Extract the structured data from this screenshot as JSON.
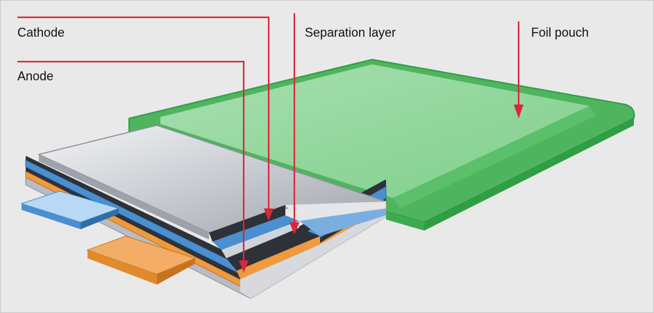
{
  "labels": {
    "cathode": "Cathode",
    "anode": "Anode",
    "separation_layer": "Separation layer",
    "foil_pouch": "Foil pouch"
  },
  "colors": {
    "background": "#e9e9ea",
    "pointer": "#d8283a",
    "pouch": "#5cc06a",
    "pouch_edge": "#2f9e45",
    "cathode_sheet": "#c7cbd2",
    "anode_sheet": "#f09a3e",
    "blue_layer": "#4a8fd0",
    "dark_layer": "#2e3138"
  }
}
